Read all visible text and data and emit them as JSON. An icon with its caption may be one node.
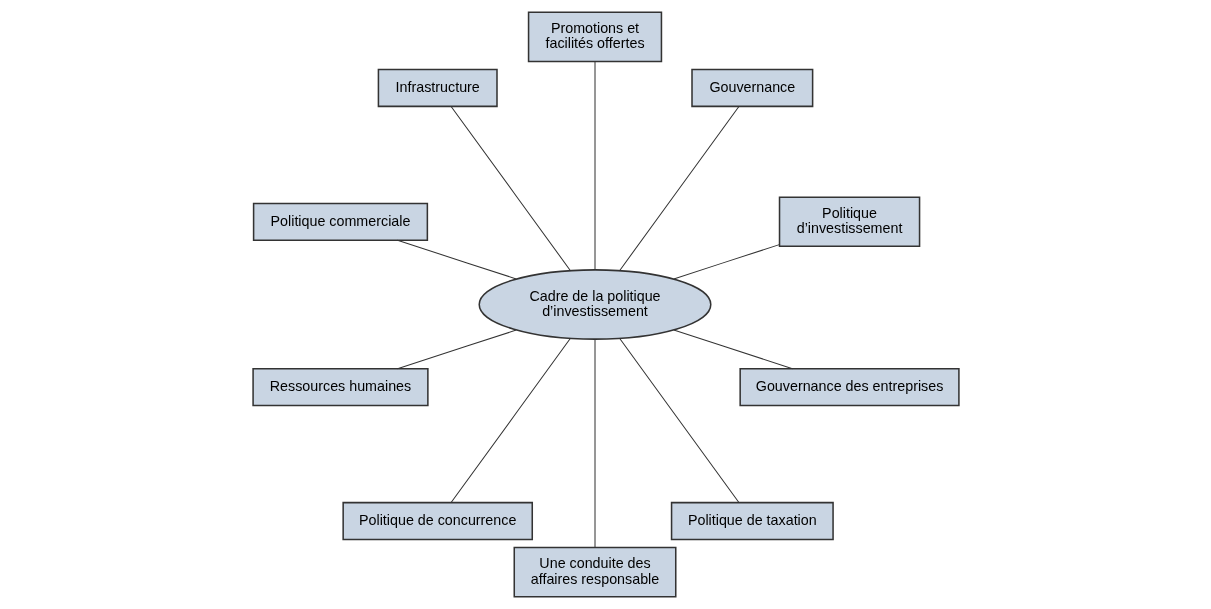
{
  "diagram": {
    "nodes": [
      {
        "text": [
          "Cadre de la politique d’investissement"
        ]
      },
      {
        "text": [
          "Politique d’investissement"
        ]
      },
      {
        "text": [
          "Gouvernance"
        ]
      },
      {
        "text": [
          "Promotions et facilités offertes"
        ]
      },
      {
        "text": [
          "Infrastructure"
        ]
      },
      {
        "text": [
          "Politique commerciale"
        ]
      },
      {
        "text": [
          "Ressources humaines"
        ]
      },
      {
        "text": [
          "Politique de concurrence"
        ]
      },
      {
        "text": [
          "Une conduite des affaires responsable"
        ]
      },
      {
        "text": [
          "Politique de taxation"
        ]
      },
      {
        "text": [
          "Gouvernance des entreprises"
        ]
      }
    ],
    "edges": [
      {
        "from": 0,
        "to": 1,
        "arrow": "none"
      },
      {
        "from": 0,
        "to": 3,
        "arrow": "none"
      },
      {
        "from": 0,
        "to": 5,
        "arrow": "none"
      },
      {
        "from": 0,
        "to": 7,
        "arrow": "none"
      },
      {
        "from": 0,
        "to": 9,
        "arrow": "none"
      },
      {
        "from": 0,
        "to": 10,
        "arrow": "none"
      },
      {
        "from": 0,
        "to": 8,
        "arrow": "none"
      },
      {
        "from": 0,
        "to": 6,
        "arrow": "none"
      },
      {
        "from": 0,
        "to": 4,
        "arrow": "none"
      },
      {
        "from": 0,
        "to": 2,
        "arrow": "none"
      }
    ]
  }
}
